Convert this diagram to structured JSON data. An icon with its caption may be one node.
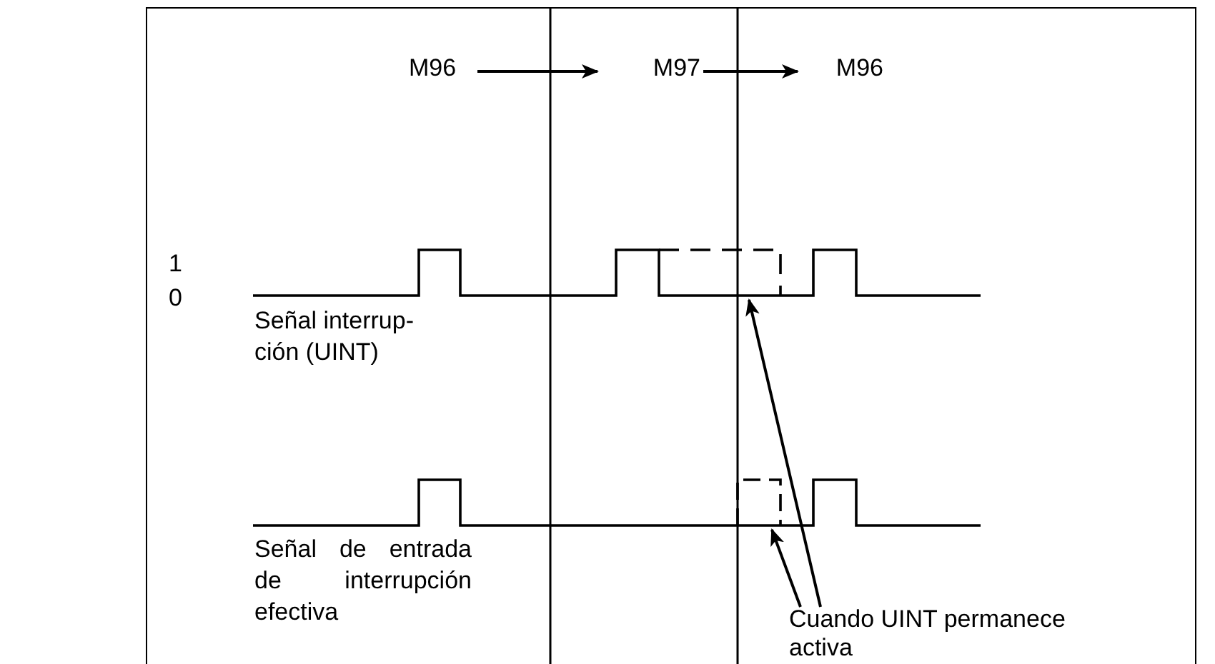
{
  "diagram": {
    "nodes": [
      {
        "text": [
          "M96"
        ]
      },
      {
        "text": [
          "M97"
        ]
      },
      {
        "text": [
          "M96"
        ]
      },
      {
        "text": [
          "Cuando UINT permanece activa"
        ]
      },
      {
        "text": [],
        "shape": "picture"
      },
      {
        "text": [],
        "shape": "picture"
      }
    ],
    "edges": [
      {
        "from": 0,
        "to": 1,
        "arrow": "to"
      },
      {
        "from": 1,
        "to": 2,
        "arrow": "to"
      },
      {
        "from": 3,
        "to": 4,
        "arrow": "to"
      },
      {
        "from": 3,
        "to": 5,
        "arrow": "to"
      }
    ],
    "labels": [
      "1",
      "0",
      "Señal interrup-ción (UINT)",
      "Señal de entrada de interrupción efectiva"
    ]
  }
}
